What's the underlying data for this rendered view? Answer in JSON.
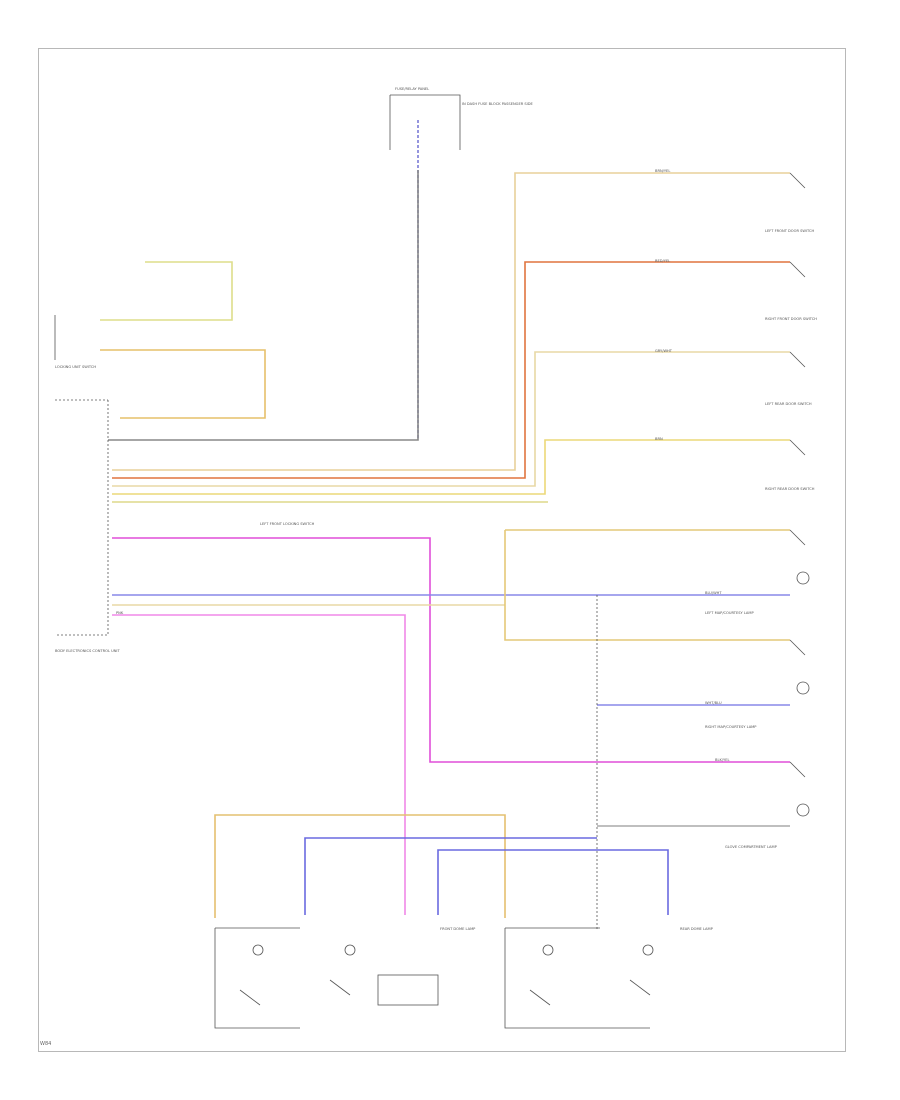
{
  "page_code": "W84",
  "components": {
    "fuse_top": "FUSE/RELAY\nPANEL",
    "fuse_top_desc": "IN DASH\nFUSE BLOCK\nPASSENGER SIDE",
    "locking_relay": "LOCKING UNIT\nSWITCH",
    "module": "BODY\nELECTRONICS\nCONTROL UNIT",
    "lf_switch": "LEFT FRONT\nDOOR\nSWITCH",
    "rf_switch": "RIGHT FRONT\nDOOR\nSWITCH",
    "lr_switch": "LEFT REAR\nDOOR\nSWITCH",
    "rr_switch": "RIGHT REAR\nDOOR\nSWITCH",
    "left_lamp": "LEFT MAP/COURTESY LAMP",
    "right_lamp": "RIGHT MAP/COURTESY LAMP",
    "glove_lamp": "GLOVE COMPARTMENT LAMP",
    "front_lamp_unit": "FRONT\nDOME\nLAMP",
    "rear_lamp_unit": "REAR\nDOME\nLAMP",
    "door_lock_note": "LEFT FRONT LOCKING SWITCH"
  },
  "wire_labels": {
    "brn_yel": "BRN/YEL",
    "blu_wht": "BLU/WHT",
    "gry_wht": "GRY/WHT",
    "red_yel": "RED/YEL",
    "brn": "BRN",
    "wht_blu": "WHT/BLU",
    "blk_yel": "BLK/YEL",
    "pnk": "PNK"
  }
}
